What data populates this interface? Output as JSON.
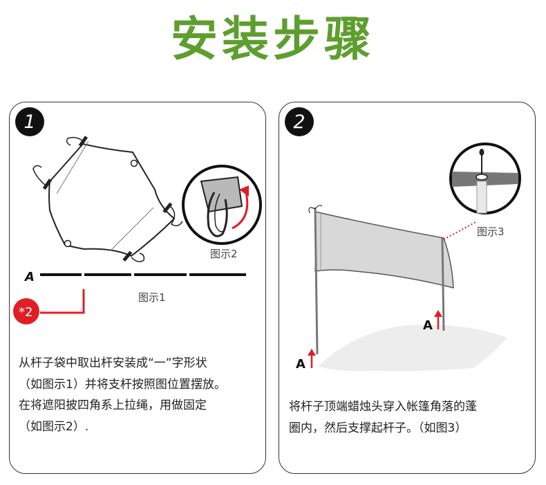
{
  "title": "安装步骤",
  "colors": {
    "title": "#5e9e2e",
    "accent_red": "#e01e25",
    "badge_bg": "#111111",
    "border": "#333333"
  },
  "steps": [
    {
      "number": "1",
      "caption_main": "图示1",
      "caption_inset": "图示2",
      "marker": "*2",
      "pole_label": "A",
      "lines": [
        "从杆子袋中取出杆安装成“一”字形状",
        "（如图示1）并将支杆按照图位置摆放。",
        "在将遮阳披四角系上拉绳，用做固定",
        "（如图示2）."
      ]
    },
    {
      "number": "2",
      "caption_inset": "图示3",
      "pole_label": "A",
      "lines": [
        "将杆子顶端蜡烛头穿入帐篷角落的蓬",
        "圈内，然后支撑起杆子。（如图3）"
      ]
    }
  ]
}
